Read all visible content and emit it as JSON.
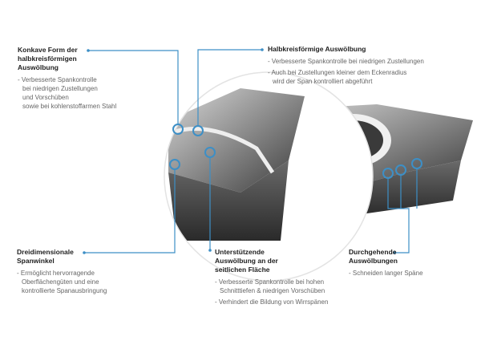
{
  "accent_color": "#3d8fc6",
  "callouts": [
    {
      "title_lines": [
        "Konkave Form der",
        "halbkreisförmigen",
        "Auswölbung"
      ],
      "bullets": [
        [
          "- Verbesserte Spankontrolle",
          "bei niedrigen Zustellungen",
          "und Vorschüben",
          "sowie bei kohlenstoffarmen Stahl"
        ]
      ]
    },
    {
      "title_lines": [
        "Halbkreisförmige Auswölbung"
      ],
      "bullets": [
        [
          "- Verbesserte Spankontrolle bei niedrigen Zustellungen"
        ],
        [
          "- Auch bei Zustellungen kleiner dem Eckenradius",
          "wird der Span kontrolliert abgeführt"
        ]
      ]
    },
    {
      "title_lines": [
        "Dreidimensionale",
        "Spanwinkel"
      ],
      "bullets": [
        [
          "- Ermöglicht hervorragende",
          "Oberflächengüten und eine",
          "kontrollierte Spanausbringung"
        ]
      ]
    },
    {
      "title_lines": [
        "Unterstützende",
        "Auswölbung an der",
        "seitlichen Fläche"
      ],
      "bullets": [
        [
          "- Verbesserte Spankontrolle bei hohen",
          "Schnitttiefen & niedrigen Vorschüben"
        ],
        [
          "- Verhindert die Bildung von Wirrspänen"
        ]
      ]
    },
    {
      "title_lines": [
        "Durchgehende",
        "Auswölbungen"
      ],
      "bullets": [
        [
          "- Schneiden langer Späne"
        ]
      ]
    }
  ]
}
